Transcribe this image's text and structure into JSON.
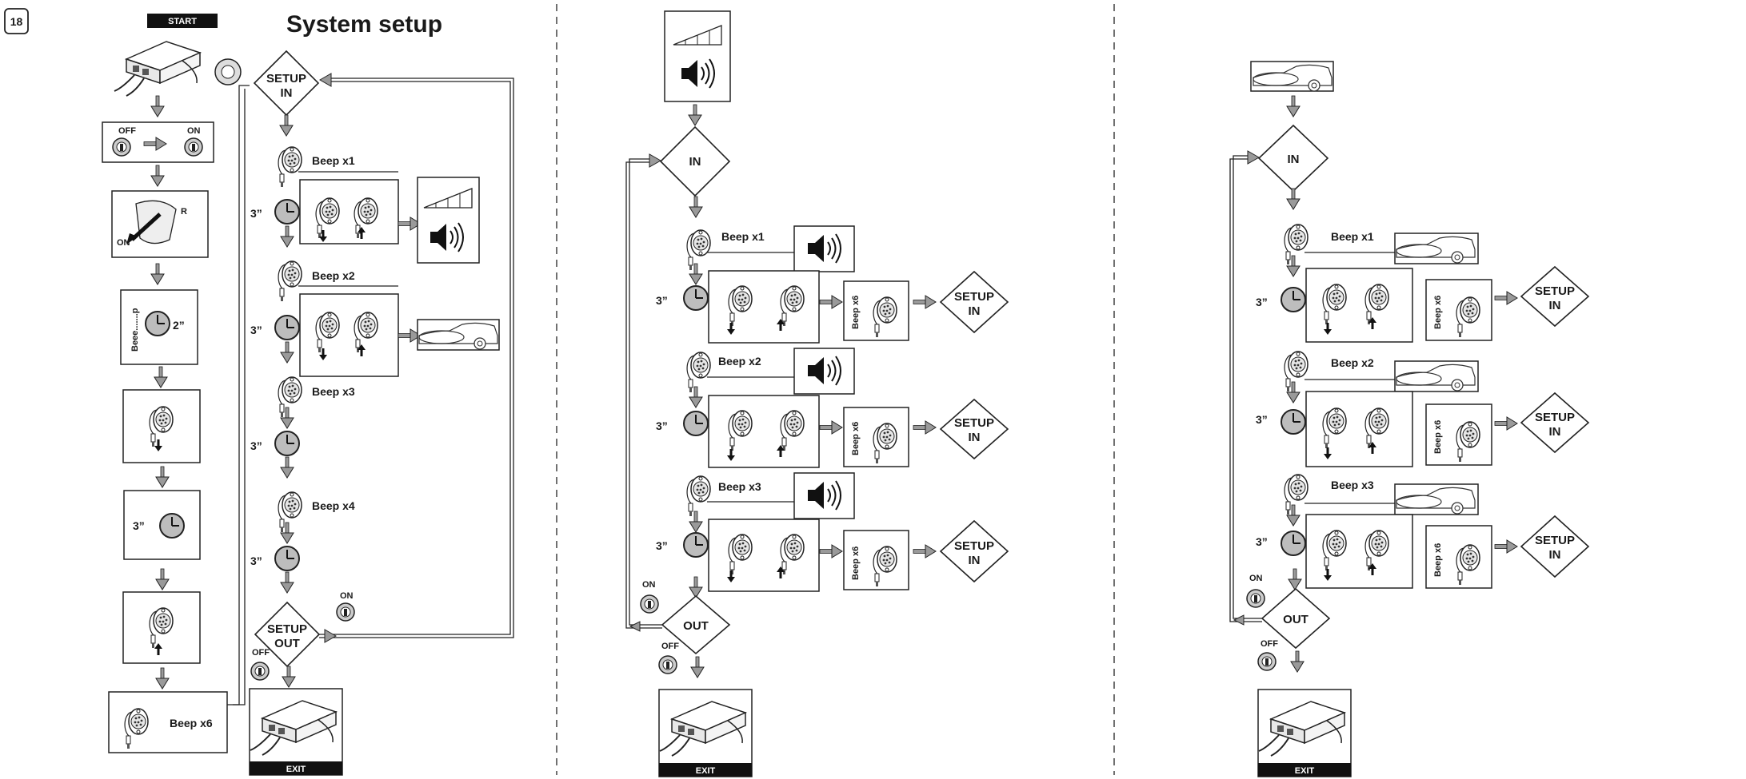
{
  "page": {
    "number": "18",
    "title": "System setup"
  },
  "col1": {
    "start": "START",
    "off": "OFF",
    "on": "ON",
    "reverse_r": "R",
    "reverse_on": "ON",
    "beep_dots": "Beee.......p",
    "two_sec": "2”",
    "three_sec": "3”",
    "beep6": "Beep x6"
  },
  "col2": {
    "setup_in_1": "SETUP",
    "setup_in_2": "IN",
    "beep1": "Beep x1",
    "beep2": "Beep x2",
    "beep3": "Beep x3",
    "beep4": "Beep x4",
    "three_sec": "3”",
    "setup_out_1": "SETUP",
    "setup_out_2": "OUT",
    "on": "ON",
    "off": "OFF",
    "exit": "EXIT"
  },
  "col3": {
    "in": "IN",
    "beep1": "Beep x1",
    "beep2": "Beep x2",
    "beep3": "Beep x3",
    "three_sec": "3”",
    "beep6": "Beep x6",
    "setup_1": "SETUP",
    "setup_2": "IN",
    "out": "OUT",
    "on": "ON",
    "off": "OFF",
    "exit": "EXIT"
  },
  "col4": {
    "in": "IN",
    "beep1": "Beep x1",
    "beep2": "Beep x2",
    "beep3": "Beep x3",
    "three_sec": "3”",
    "beep6": "Beep x6",
    "setup_1": "SETUP",
    "setup_2": "IN",
    "out": "OUT",
    "on": "ON",
    "off": "OFF",
    "exit": "EXIT"
  },
  "colors": {
    "arrow_fill": "#9a9a9a",
    "line": "#222222",
    "clock_fill": "#bdbdbd",
    "black_label": "#111111"
  }
}
